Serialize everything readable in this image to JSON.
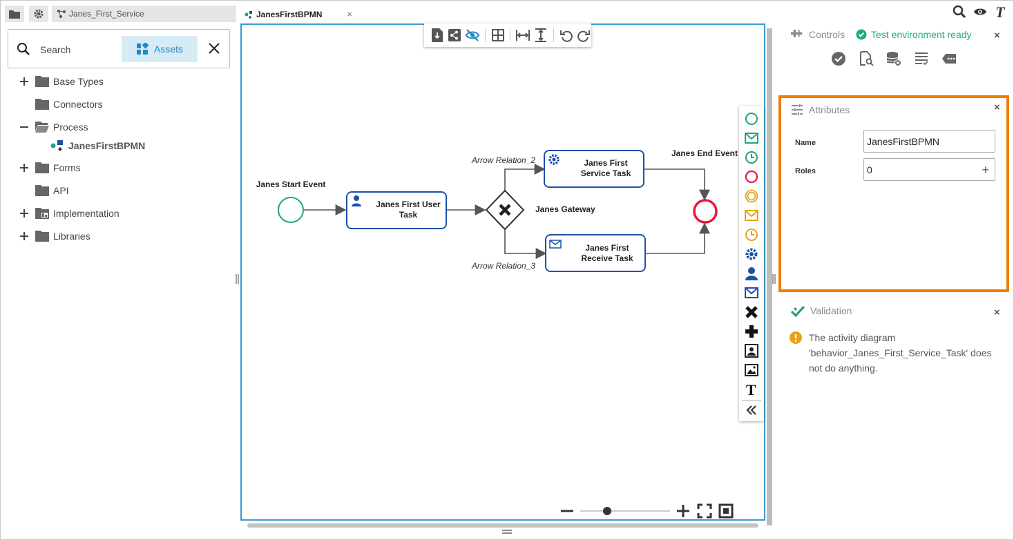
{
  "topbar": {
    "breadcrumb": "Janes_First_Service",
    "active_tab": "JanesFirstBPMN",
    "tab_close": "×"
  },
  "left_panel": {
    "search_placeholder": "Search",
    "assets_label": "Assets",
    "tree": [
      {
        "label": "Base Types",
        "expander": "plus"
      },
      {
        "label": "Connectors",
        "expander": "none"
      },
      {
        "label": "Process",
        "expander": "minus"
      },
      {
        "label": "Forms",
        "expander": "plus"
      },
      {
        "label": "API",
        "expander": "none"
      },
      {
        "label": "Implementation",
        "expander": "plus"
      },
      {
        "label": "Libraries",
        "expander": "plus"
      }
    ],
    "process_child": "JanesFirstBPMN"
  },
  "diagram": {
    "start_event_label": "Janes Start Event",
    "user_task_line1": "Janes First User",
    "user_task_line2": "Task",
    "gateway_label": "Janes Gateway",
    "service_task_line1": "Janes First",
    "service_task_line2": "Service Task",
    "receive_task_line1": "Janes First",
    "receive_task_line2": "Receive Task",
    "end_event_label": "Janes End Event",
    "arrow_relation_2": "Arrow Relation_2",
    "arrow_relation_3": "Arrow Relation_3"
  },
  "controls": {
    "title": "Controls",
    "status": "Test environment ready"
  },
  "attributes": {
    "title": "Attributes",
    "name_label": "Name",
    "name_value": "JanesFirstBPMN",
    "roles_label": "Roles",
    "roles_value": "0"
  },
  "validation": {
    "title": "Validation",
    "message_line1": "The activity diagram",
    "message_line2": "'behavior_Janes_First_Service_Task' does",
    "message_line3": "not do anything."
  },
  "colors": {
    "accent_blue": "#3a9bcf",
    "task_blue": "#1e4fa8",
    "start_green": "#1ea37a",
    "end_red": "#e8163c",
    "highlight_orange": "#ef7d00",
    "ready_green": "#1eaa7e"
  }
}
